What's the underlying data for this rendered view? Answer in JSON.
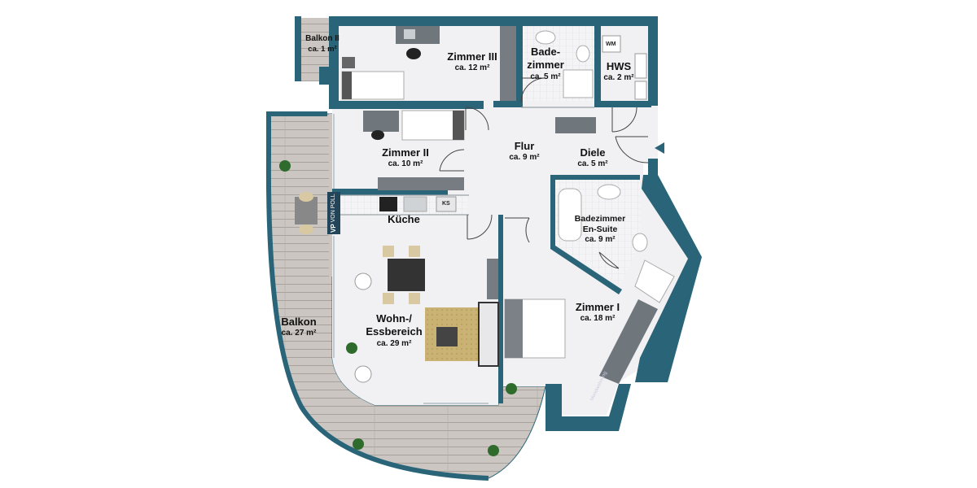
{
  "rooms": {
    "balkon2": {
      "name": "Balkon II",
      "area": "ca. 1 m²"
    },
    "zimmer3": {
      "name": "Zimmer III",
      "area": "ca. 12 m²"
    },
    "bad": {
      "name": "Bade-\nzimmer",
      "name_l1": "Bade-",
      "name_l2": "zimmer",
      "area": "ca. 5 m²"
    },
    "hws": {
      "name": "HWS",
      "area": "ca. 2 m²"
    },
    "zimmer2": {
      "name": "Zimmer II",
      "area": "ca. 10 m²"
    },
    "flur": {
      "name": "Flur",
      "area": "ca. 9 m²"
    },
    "diele": {
      "name": "Diele",
      "area": "ca. 5 m²"
    },
    "kueche": {
      "name": "Küche"
    },
    "ensuite": {
      "name_l1": "Badezimmer",
      "name_l2": "En-Suite",
      "area": "ca. 9 m²"
    },
    "wohnen": {
      "name_l1": "Wohn-/",
      "name_l2": "Essbereich",
      "area": "ca. 29 m²"
    },
    "zimmer1": {
      "name": "Zimmer I",
      "area": "ca. 18 m²"
    },
    "balkon": {
      "name": "Balkon",
      "area": "ca. 27 m²"
    }
  },
  "fixtures": {
    "wm": "WM",
    "ks": "KS",
    "window_note": "Mondwohnung"
  },
  "logo": {
    "text": "VON POLL",
    "mark": "VP"
  },
  "colors": {
    "wall": "#2a6478",
    "floor": "#f2f2f4",
    "deck": "#c9c4bf",
    "deck_line": "#aaa39d"
  }
}
